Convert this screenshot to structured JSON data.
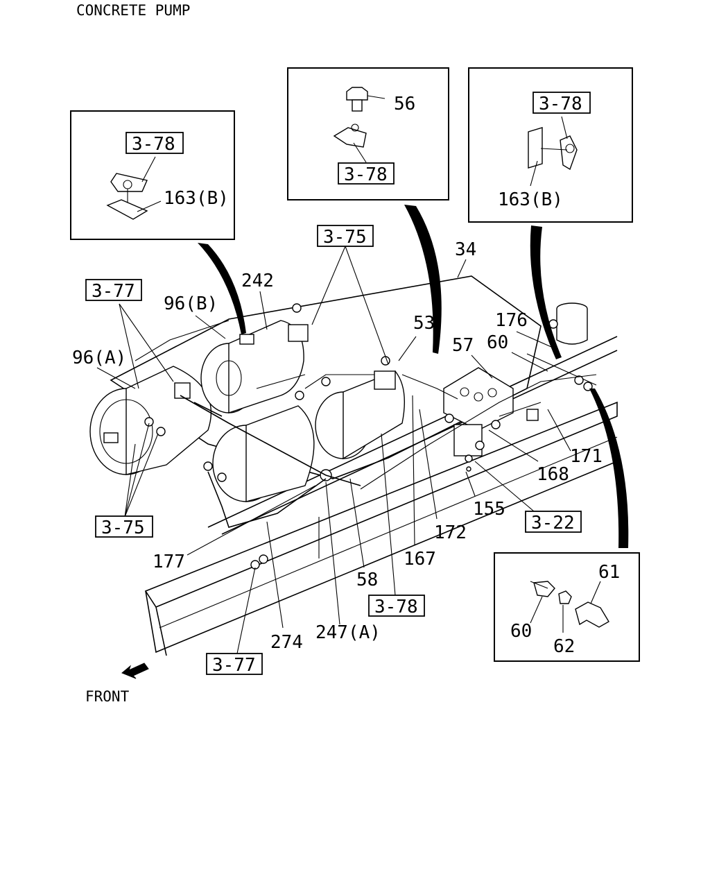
{
  "title": "CONCRETE PUMP",
  "front_label": "FRONT",
  "icons": {
    "front_arrow": "arrow-down-left-icon"
  },
  "refs": {
    "r1": "3-78",
    "r2": "3-78",
    "r3": "3-78",
    "r4": "3-75",
    "r5": "3-77",
    "r6": "3-75",
    "r7": "3-22",
    "r8": "3-78",
    "r9": "3-77"
  },
  "parts": {
    "p163b_left": "163(B)",
    "p56": "56",
    "p163b_right": "163(B)",
    "p34": "34",
    "p242": "242",
    "p96b": "96(B)",
    "p96a": "96(A)",
    "p53": "53",
    "p176": "176",
    "p57": "57",
    "p60": "60",
    "p171": "171",
    "p168": "168",
    "p155": "155",
    "p172": "172",
    "p167": "167",
    "p58": "58",
    "p177": "177",
    "p274": "274",
    "p247a": "247(A)",
    "p61": "61",
    "p60b": "60",
    "p62": "62"
  }
}
